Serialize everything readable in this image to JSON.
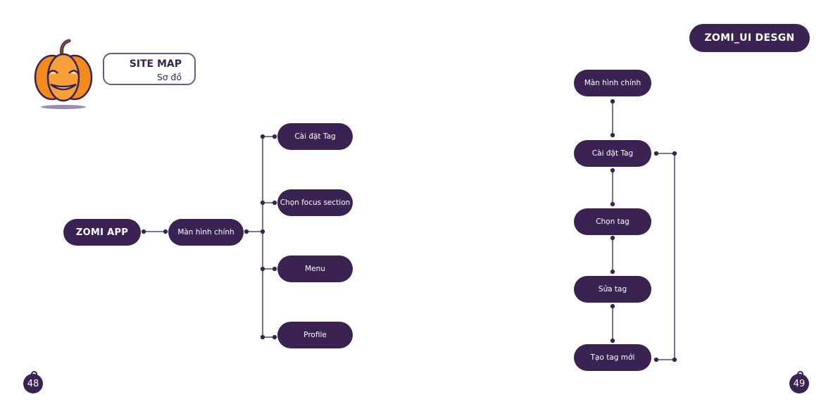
{
  "brand_label": "ZOMI_UI DESGN",
  "title": {
    "main": "SITE MAP",
    "sub": "Sơ đồ"
  },
  "left_diagram": {
    "root": "ZOMI APP",
    "main_screen": "Màn hình chính",
    "children": [
      "Cài đặt Tag",
      "Chọn focus section",
      "Menu",
      "Profile"
    ]
  },
  "right_diagram": {
    "nodes": [
      "Màn hình chính",
      "Cài đặt Tag",
      "Chọn tag",
      "Sửa tag",
      "Tạo tag mới"
    ]
  },
  "page_numbers": {
    "left": "48",
    "right": "49"
  },
  "colors": {
    "primary": "#3a2353",
    "pumpkin": "#f28a1e",
    "border": "#6b5a86"
  },
  "icons": [
    "pumpkin-mascot-icon"
  ]
}
